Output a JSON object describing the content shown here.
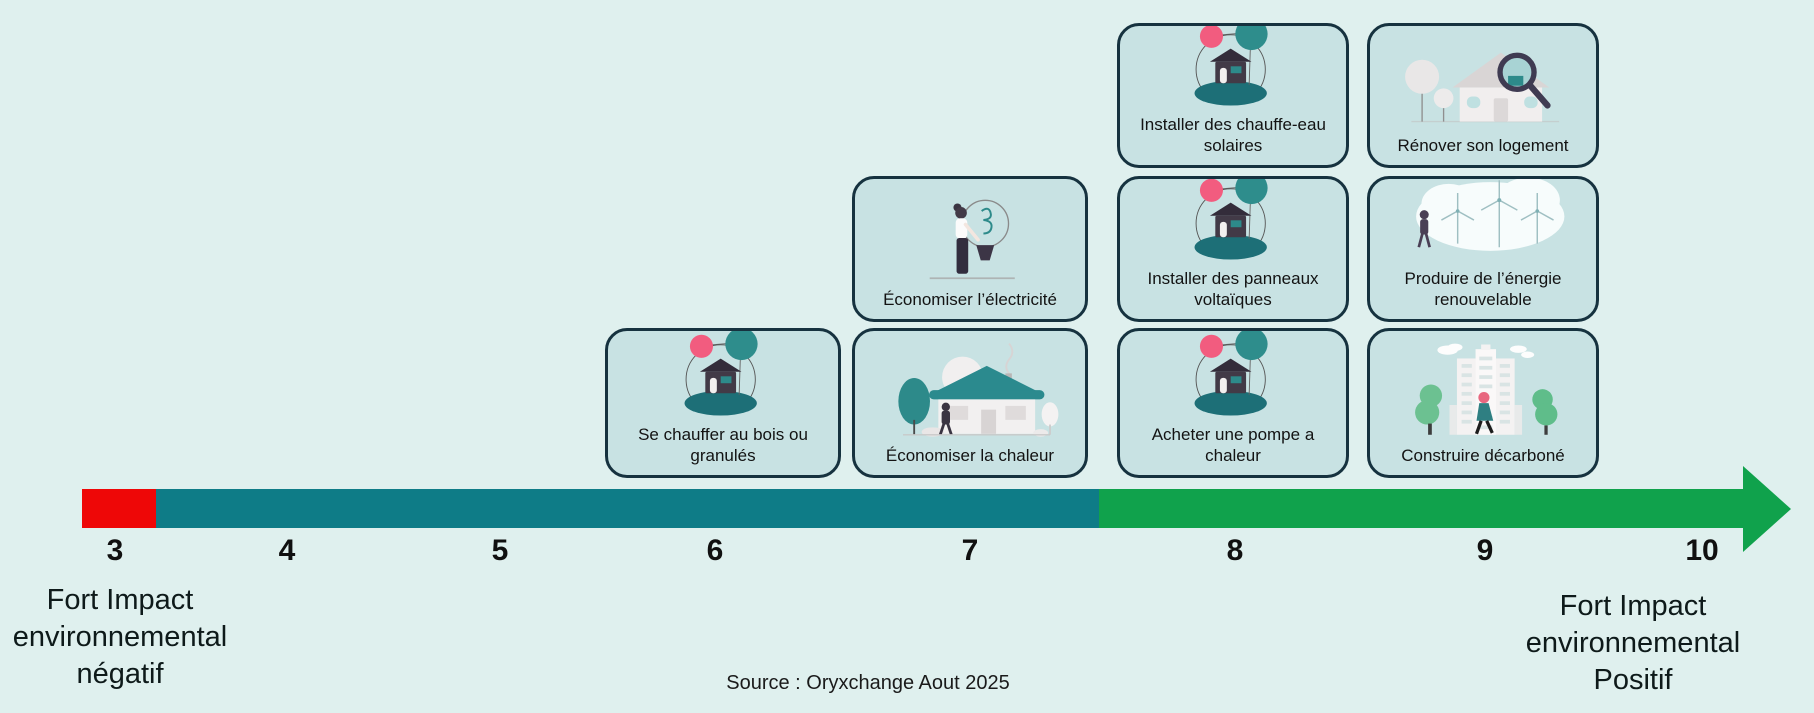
{
  "cards": [
    {
      "label": "Installer des chauffe-eau solaires",
      "illustration": "house-balloons-illustration"
    },
    {
      "label": "Rénover son logement",
      "illustration": "house-magnifier-illustration"
    },
    {
      "label": "Économiser l’électricité",
      "illustration": "person-lightbulb-illustration"
    },
    {
      "label": "Installer des panneaux voltaïques",
      "illustration": "house-balloons-illustration"
    },
    {
      "label": "Produire de l’énergie renouvelable",
      "illustration": "wind-turbines-illustration"
    },
    {
      "label": "Se chauffer au bois ou granulés",
      "illustration": "house-balloons-illustration"
    },
    {
      "label": "Économiser la chaleur",
      "illustration": "house-trees-illustration"
    },
    {
      "label": "Acheter une pompe a chaleur",
      "illustration": "house-balloons-illustration"
    },
    {
      "label": "Construire décarboné",
      "illustration": "building-trees-illustration"
    }
  ],
  "axis": {
    "ticks": [
      {
        "label": "3"
      },
      {
        "label": "4"
      },
      {
        "label": "5"
      },
      {
        "label": "6"
      },
      {
        "label": "7"
      },
      {
        "label": "8"
      },
      {
        "label": "9"
      },
      {
        "label": "10"
      }
    ]
  },
  "captions": {
    "left": "Fort Impact\nenvironnemental\nnégatif",
    "right": "Fort Impact\nenvironnemental\nPositif"
  },
  "source": "Source : Oryxchange Aout 2025",
  "colors": {
    "background": "#dff0ee",
    "card_fill": "#c8e2e3",
    "card_border": "#16323f",
    "bar_negative_red": "#ee0707",
    "bar_neutral_teal": "#0e7c87",
    "bar_positive_green": "#10a24c",
    "accent_pink": "#f25c7f",
    "accent_teal": "#2e8d8c"
  }
}
